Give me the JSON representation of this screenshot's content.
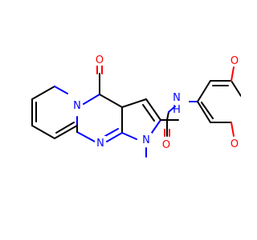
{
  "molecule": {
    "atom_labels": {
      "carbonyl_oxygen_top": "O",
      "ring_nitrogen_left": "N",
      "ring_nitrogen_bottom": "N",
      "pyrrole_nitrogen": "N",
      "methyl": "methyl",
      "amide_nitrogen_h": "N",
      "amide_hydrogen": "H",
      "amide_oxygen": "O",
      "dioxole_oxygen_top": "O",
      "dioxole_oxygen_bottom": "O"
    },
    "colors": {
      "carbon_bond": "#000000",
      "oxygen": "#ff0000",
      "nitrogen": "#0000ff"
    }
  }
}
